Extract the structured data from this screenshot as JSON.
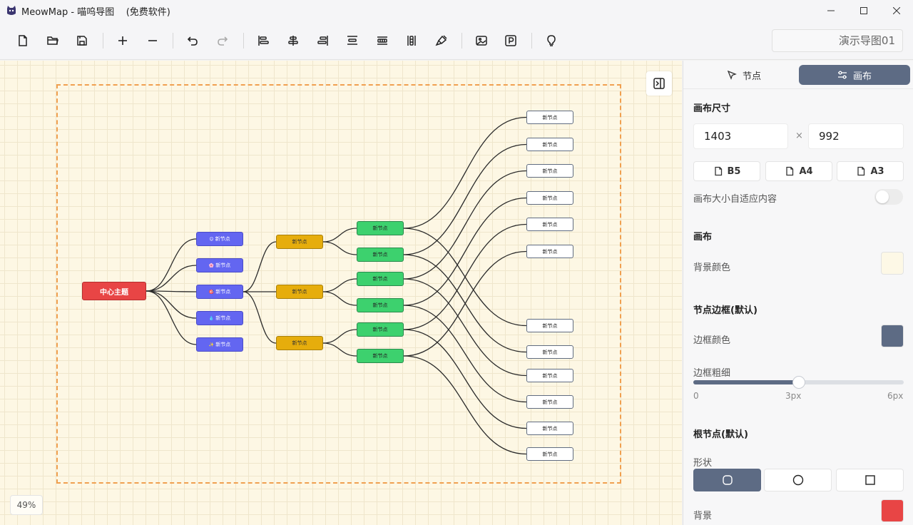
{
  "window": {
    "title": "MeowMap - 喵呜导图    (免费软件)",
    "controls": [
      "minimize-icon",
      "maximize-icon",
      "close-icon"
    ]
  },
  "toolbar": {
    "document_name": "演示导图01",
    "tools": [
      "new-file-icon",
      "open-folder-icon",
      "save-icon",
      "add-node-icon",
      "remove-node-icon",
      "undo-icon",
      "redo-icon",
      "align-left-icon",
      "align-center-icon",
      "align-right-icon",
      "align-top-icon",
      "align-middle-icon",
      "align-bottom-icon",
      "format-brush-icon",
      "insert-image-icon",
      "export-pdf-icon",
      "tips-bulb-icon"
    ]
  },
  "canvas": {
    "zoom_label": "49%",
    "background_color": "#fdf7e4",
    "mindmap": {
      "root": {
        "label": "中心主题",
        "color": "#e84545"
      },
      "level1": [
        {
          "label": "新节点",
          "emoji": "😊"
        },
        {
          "label": "新节点",
          "emoji": "🌸"
        },
        {
          "label": "新节点",
          "emoji": "🎯"
        },
        {
          "label": "新节点",
          "emoji": "💧"
        },
        {
          "label": "新节点",
          "emoji": "✨"
        }
      ],
      "level2": [
        {
          "label": "新节点"
        },
        {
          "label": "新节点"
        },
        {
          "label": "新节点"
        }
      ],
      "level3": [
        {
          "label": "新节点"
        },
        {
          "label": "新节点"
        },
        {
          "label": "新节点"
        },
        {
          "label": "新节点"
        },
        {
          "label": "新节点"
        },
        {
          "label": "新节点"
        }
      ],
      "level4": [
        {
          "label": "新节点"
        },
        {
          "label": "新节点"
        },
        {
          "label": "新节点"
        },
        {
          "label": "新节点"
        },
        {
          "label": "新节点"
        },
        {
          "label": "新节点"
        },
        {
          "label": "新节点"
        },
        {
          "label": "新节点"
        },
        {
          "label": "新节点"
        },
        {
          "label": "新节点"
        },
        {
          "label": "新节点"
        },
        {
          "label": "新节点"
        }
      ]
    }
  },
  "sidebar": {
    "tabs": {
      "node": "节点",
      "canvas": "画布"
    },
    "active_tab": "canvas",
    "canvas_size": {
      "title": "画布尺寸",
      "width": "1403",
      "height": "992",
      "times": "×",
      "presets": [
        "B5",
        "A4",
        "A3"
      ],
      "auto_fit_label": "画布大小自适应内容",
      "auto_fit": false
    },
    "canvas_section": {
      "title": "画布",
      "bg_color_label": "背景颜色",
      "bg_color": "#fdf8e6"
    },
    "node_border": {
      "title": "节点边框(默认)",
      "color_label": "边框颜色",
      "color": "#5d6b84",
      "width_label": "边框粗细",
      "width_min": "0",
      "width_value": "3px",
      "width_max": "6px",
      "width_fraction": 0.5
    },
    "root_node": {
      "title": "根节点(默认)",
      "shape_label": "形状",
      "shapes": [
        "rounded-rect-icon",
        "circle-icon",
        "square-icon"
      ],
      "active_shape": 0,
      "bg_label": "背景",
      "bg_color": "#e84545"
    }
  }
}
